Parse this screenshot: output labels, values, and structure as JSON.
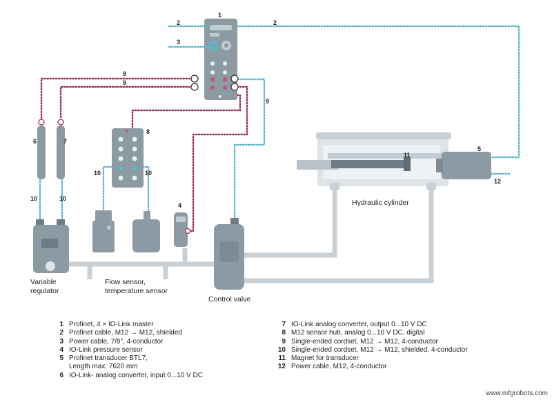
{
  "callouts": {
    "n1": "1",
    "n2a": "2",
    "n2b": "2",
    "n3": "3",
    "n9a": "9",
    "n9b": "9",
    "n9c": "9",
    "n6": "6",
    "n7": "7",
    "n8": "8",
    "n10a": "10",
    "n10b": "10",
    "n10c": "10",
    "n10d": "10",
    "n4": "4",
    "n5": "5",
    "n11": "11",
    "n12": "12"
  },
  "labels": {
    "hydraulic_cylinder": "Hydraulic cylinder",
    "variable_regulator": [
      "Variable",
      "regulator"
    ],
    "flow_sensor": [
      "Flow sensor,",
      "temperature sensor"
    ],
    "control_valve": "Control valve"
  },
  "legend": {
    "left": [
      {
        "num": "1",
        "text": "Profinet, 4 × IO-Link master"
      },
      {
        "num": "2",
        "text": "Profinet cable, M12 → M12, shielded"
      },
      {
        "num": "3",
        "text": "Power cable, 7/8\", 4-conductor"
      },
      {
        "num": "4",
        "text": "IO-Link pressure sensor"
      },
      {
        "num": "5",
        "text": "Profinet transducer BTL7,"
      },
      {
        "num": "",
        "text": "Length max. 7620 mm"
      },
      {
        "num": "6",
        "text": "IO-Link- analog converter, input 0...10 V DC"
      }
    ],
    "right": [
      {
        "num": "7",
        "text": "IO-Link analog converter, output 0...10 V DC"
      },
      {
        "num": "8",
        "text": "M12 sensor hub, analog 0...10 V DC, digital"
      },
      {
        "num": "9",
        "text": "Single-ended cordset, M12 → M12, 4-conductor"
      },
      {
        "num": "10",
        "text": "Single-ended cordset, M12 → M12, shielded, 4-conductor"
      },
      {
        "num": "11",
        "text": "Magnet for transducer"
      },
      {
        "num": "12",
        "text": "Power cable, M12, 4-conductor"
      }
    ]
  },
  "watermark": "www.mfgrobots.com",
  "colors": {
    "device": "#8c9aa4",
    "device_dark": "#6d7c86",
    "port_light": "#c2ccd2",
    "pipe": "#c9d0d5",
    "cyan_cable": "#5bb6c9",
    "red_cable": "#a0304a"
  }
}
